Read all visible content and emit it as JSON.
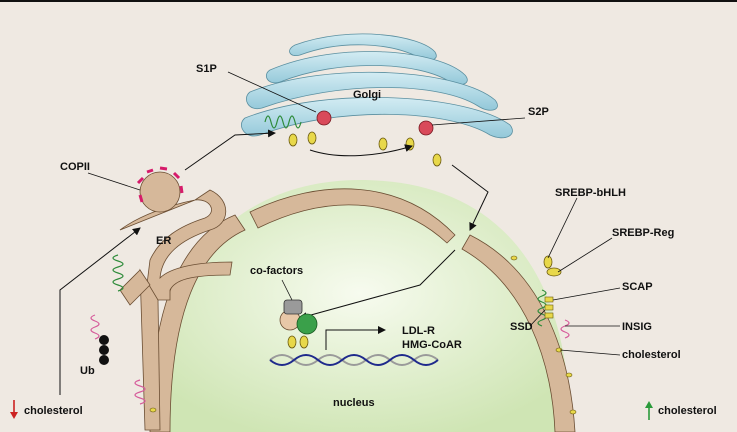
{
  "labels": {
    "golgi": "Golgi",
    "s1p": "S1P",
    "s2p": "S2P",
    "copii": "COPII",
    "er": "ER",
    "ub": "Ub",
    "cofactors": "co-factors",
    "ldlr": "LDL-R",
    "hmgcoar": "HMG-CoAR",
    "nucleus": "nucleus",
    "srebp_bhlh": "SREBP-bHLH",
    "srebp_reg": "SREBP-Reg",
    "scap": "SCAP",
    "ssd": "SSD",
    "insig": "INSIG",
    "cholesterol": "cholesterol",
    "low_cholesterol": "cholesterol",
    "high_cholesterol": "cholesterol"
  },
  "colors": {
    "background": "#efe9e2",
    "membrane": "#d6b89a",
    "golgi": "#a9d6e3",
    "nucleus": "#e2efd2",
    "scap_green": "#2e8b3a",
    "insig_pink": "#d65a9a",
    "s1p_red": "#d94a5a",
    "yellow_marker": "#e8d84a",
    "dna_blue": "#1f2a8c",
    "arrow_down_red": "#cc2222",
    "arrow_up_green": "#2a9a3a"
  }
}
